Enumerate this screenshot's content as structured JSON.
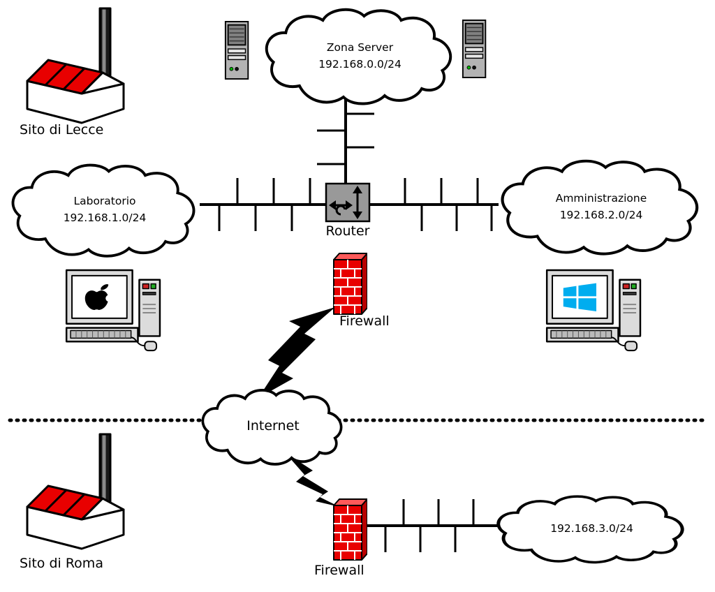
{
  "diagram": {
    "sites": {
      "lecce": {
        "label": "Sito di Lecce"
      },
      "roma": {
        "label": "Sito di Roma"
      }
    },
    "clouds": {
      "zona_server": {
        "name": "Zona Server",
        "subnet": "192.168.0.0/24"
      },
      "laboratorio": {
        "name": "Laboratorio",
        "subnet": "192.168.1.0/24"
      },
      "amministrazione": {
        "name": "Amministrazione",
        "subnet": "192.168.2.0/24"
      },
      "internet": {
        "name": "Internet"
      },
      "roma_lan": {
        "subnet": "192.168.3.0/24"
      }
    },
    "devices": {
      "router": {
        "label": "Router"
      },
      "firewall_top": {
        "label": "Firewall"
      },
      "firewall_bottom": {
        "label": "Firewall"
      }
    },
    "colors": {
      "brick_red": "#e80000",
      "factory_red": "#e80000",
      "router_gray": "#999999",
      "windows_blue": "#00adef",
      "server_gray": "#b3b3b3"
    }
  }
}
